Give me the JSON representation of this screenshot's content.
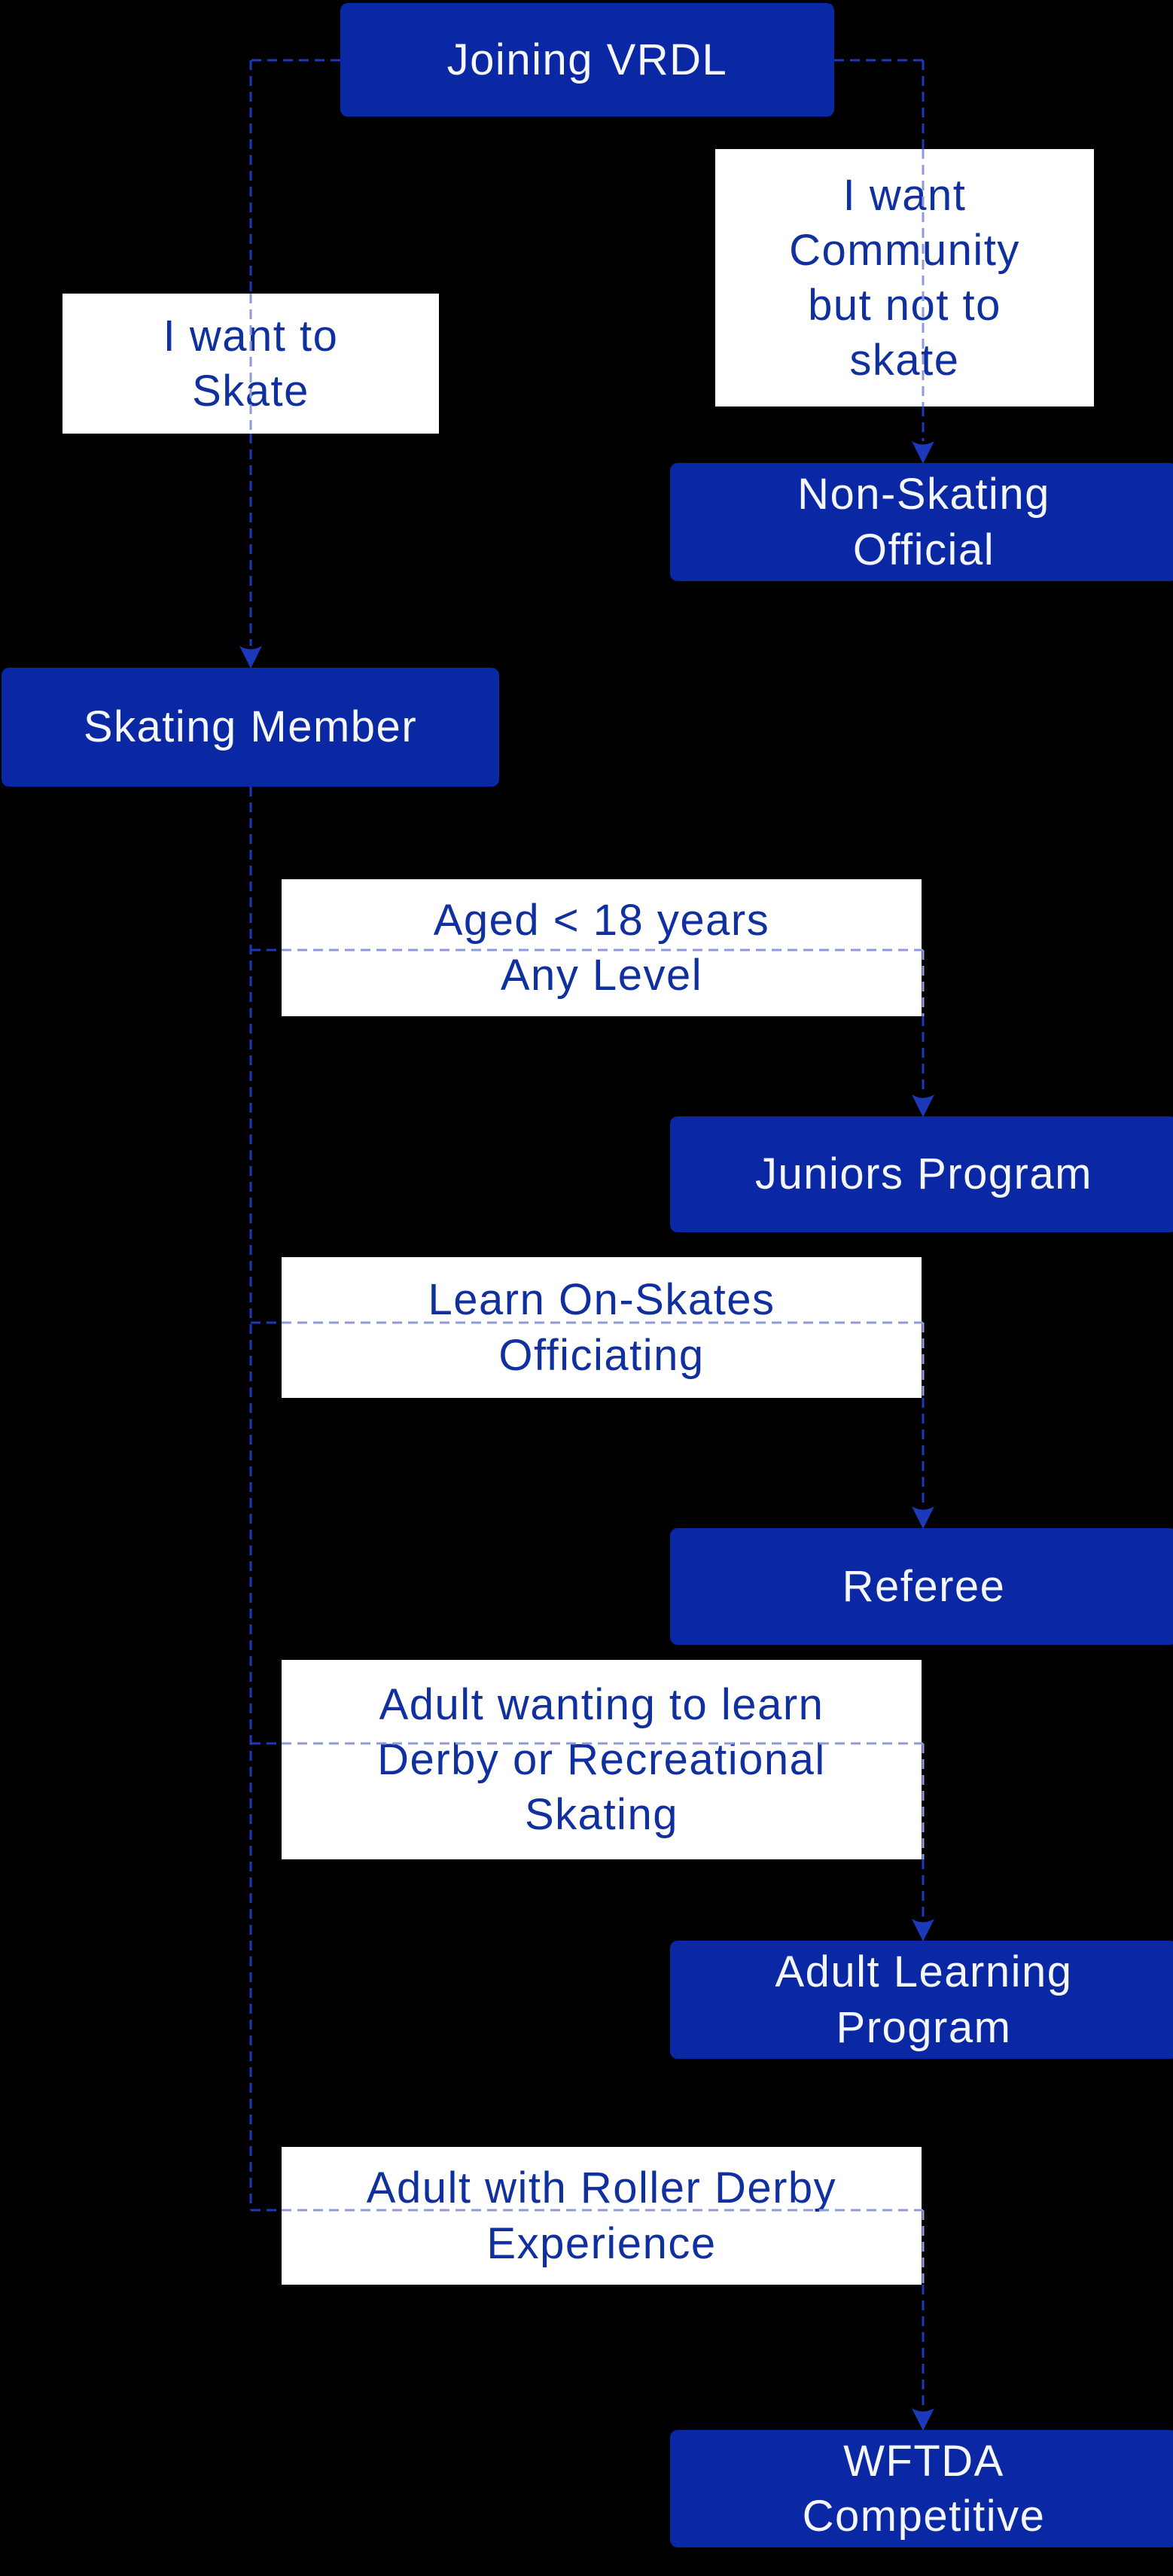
{
  "title": "Joining VRDL",
  "colors": {
    "background": "#000000",
    "node_fill": "#0a28a4",
    "node_text": "#f5f7ff",
    "decision_fill": "#ffffff",
    "decision_text": "#10309f",
    "edge_dark": "#1d39bb",
    "edge_light": "#8f9bd8"
  },
  "nodes": {
    "root": {
      "label": "Joining VRDL"
    },
    "want_skate": {
      "label": "I want to\nSkate"
    },
    "want_community": {
      "label": "I want\nCommunity\nbut not to\nskate"
    },
    "non_skating_official": {
      "label": "Non-Skating\nOfficial"
    },
    "skating_member": {
      "label": "Skating Member"
    },
    "aged_under_18": {
      "label": "Aged < 18 years\nAny Level"
    },
    "juniors_program": {
      "label": "Juniors Program"
    },
    "learn_officiating": {
      "label": "Learn On-Skates\nOfficiating"
    },
    "referee": {
      "label": "Referee"
    },
    "adult_learn": {
      "label": "Adult wanting to learn\nDerby or Recreational\nSkating"
    },
    "adult_learning_program": {
      "label": "Adult Learning\nProgram"
    },
    "adult_experience": {
      "label": "Adult with Roller Derby\nExperience"
    },
    "wftda_competitive": {
      "label": "WFTDA\nCompetitive"
    }
  },
  "edges": [
    {
      "from": "Joining VRDL",
      "through": "I want to Skate",
      "to": "Skating Member"
    },
    {
      "from": "Joining VRDL",
      "through": "I want Community but not to skate",
      "to": "Non-Skating Official"
    },
    {
      "from": "Skating Member",
      "through": "Aged < 18 years Any Level",
      "to": "Juniors Program"
    },
    {
      "from": "Skating Member",
      "through": "Learn On-Skates Officiating",
      "to": "Referee"
    },
    {
      "from": "Skating Member",
      "through": "Adult wanting to learn Derby or Recreational Skating",
      "to": "Adult Learning Program"
    },
    {
      "from": "Skating Member",
      "through": "Adult with Roller Derby Experience",
      "to": "WFTDA Competitive"
    }
  ]
}
